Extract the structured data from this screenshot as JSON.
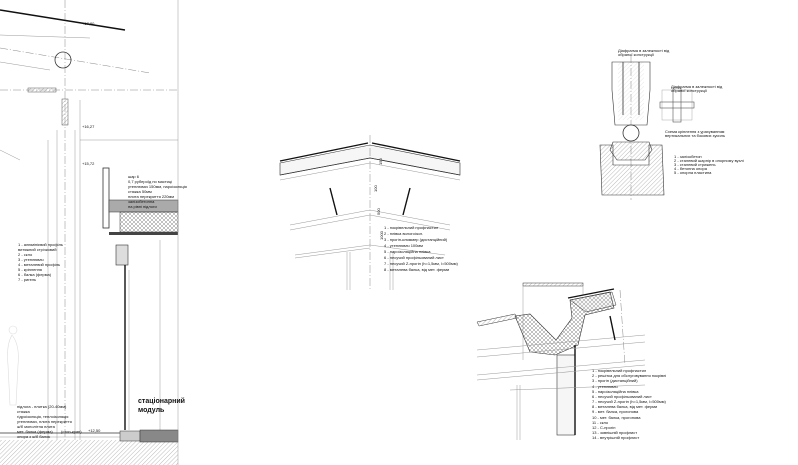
{
  "left_section": {
    "levels": [
      "+17,80",
      "+16,27",
      "+15,72",
      "+12,50"
    ],
    "module_label": [
      "стаціонарний",
      "модуль"
    ],
    "roof_note": [
      "шар 6",
      "0,7 рубероїд по мастиці",
      "утеплювач 150мм, пароізоляція",
      "стяжка 50мм",
      "плита перекриття 220мм",
      "залізобетонна",
      "на рівні підлоги"
    ],
    "wall_note": [
      "1 - алюмінієвий профіль",
      "витяжний стрічковий",
      "2 - скло",
      "3 - утеплювач",
      "4 - металевий профіль",
      "5 - кріплення",
      "6 - балка (ферма)",
      "7 - ригель"
    ],
    "floor_note": [
      "підлога - плитка (20-40мм)",
      "стяжка",
      "гідроізоляція, теплоізоляція",
      "утеплювач, плита перекриття",
      "ж/б монолітна плита",
      "мет. балка (ферма)",
      "опора з ж/б балок"
    ],
    "floor_small_label": "(стоп-кран)"
  },
  "ridge_detail": {
    "legend": [
      "1 - покрівельний профнастил",
      "2 - плівка вологоізол.",
      "3 - прогін-кляммер (дистанційний)",
      "4 - утеплювач 100мм",
      "5 - пароізоляційна плівка",
      "6 - несучий профільований лист",
      "7 - несучий Z-прогін (h=1,5мм, l=500мм)",
      "8 - металева балка, від мет. ферми"
    ],
    "dims": [
      "150",
      "100",
      "500",
      "1000"
    ]
  },
  "hinge_detail": {
    "top_note": [
      "Діафрагма в залежності від",
      "обраної конструкції"
    ],
    "side_note": [
      "Діафрагма в залежності від",
      "обраної конструкції"
    ],
    "side_caption": [
      "Схема кріплення з урахуванням",
      "вертикальних та бокових зусиль"
    ],
    "legend": [
      "1 - залізобетон",
      "2 - сталевий шарнір в опорному вузлі",
      "3 - сталевий стрижень",
      "4 - бетонна опора",
      "5 - опорна пластина"
    ]
  },
  "valley_detail": {
    "legend": [
      "1 - покрівельний профнастил",
      "2 - решітка для обслуговування покрівлі",
      "3 - прогін (дистанційний)",
      "4 - утеплювач",
      "5 - пароізоляційна плівка",
      "6 - несучий профільований лист",
      "7 - несучий Z-прогін (h=1,5мм, l=500мм)",
      "8 - металева балка, від мет. ферми",
      "9 - мет. балка, прогонова",
      "10 - мет. балка, прогонова",
      "11 - скло",
      "12 - С-прогін",
      "13 - зовнішній профлист",
      "14 - внутрішній профлист"
    ]
  }
}
